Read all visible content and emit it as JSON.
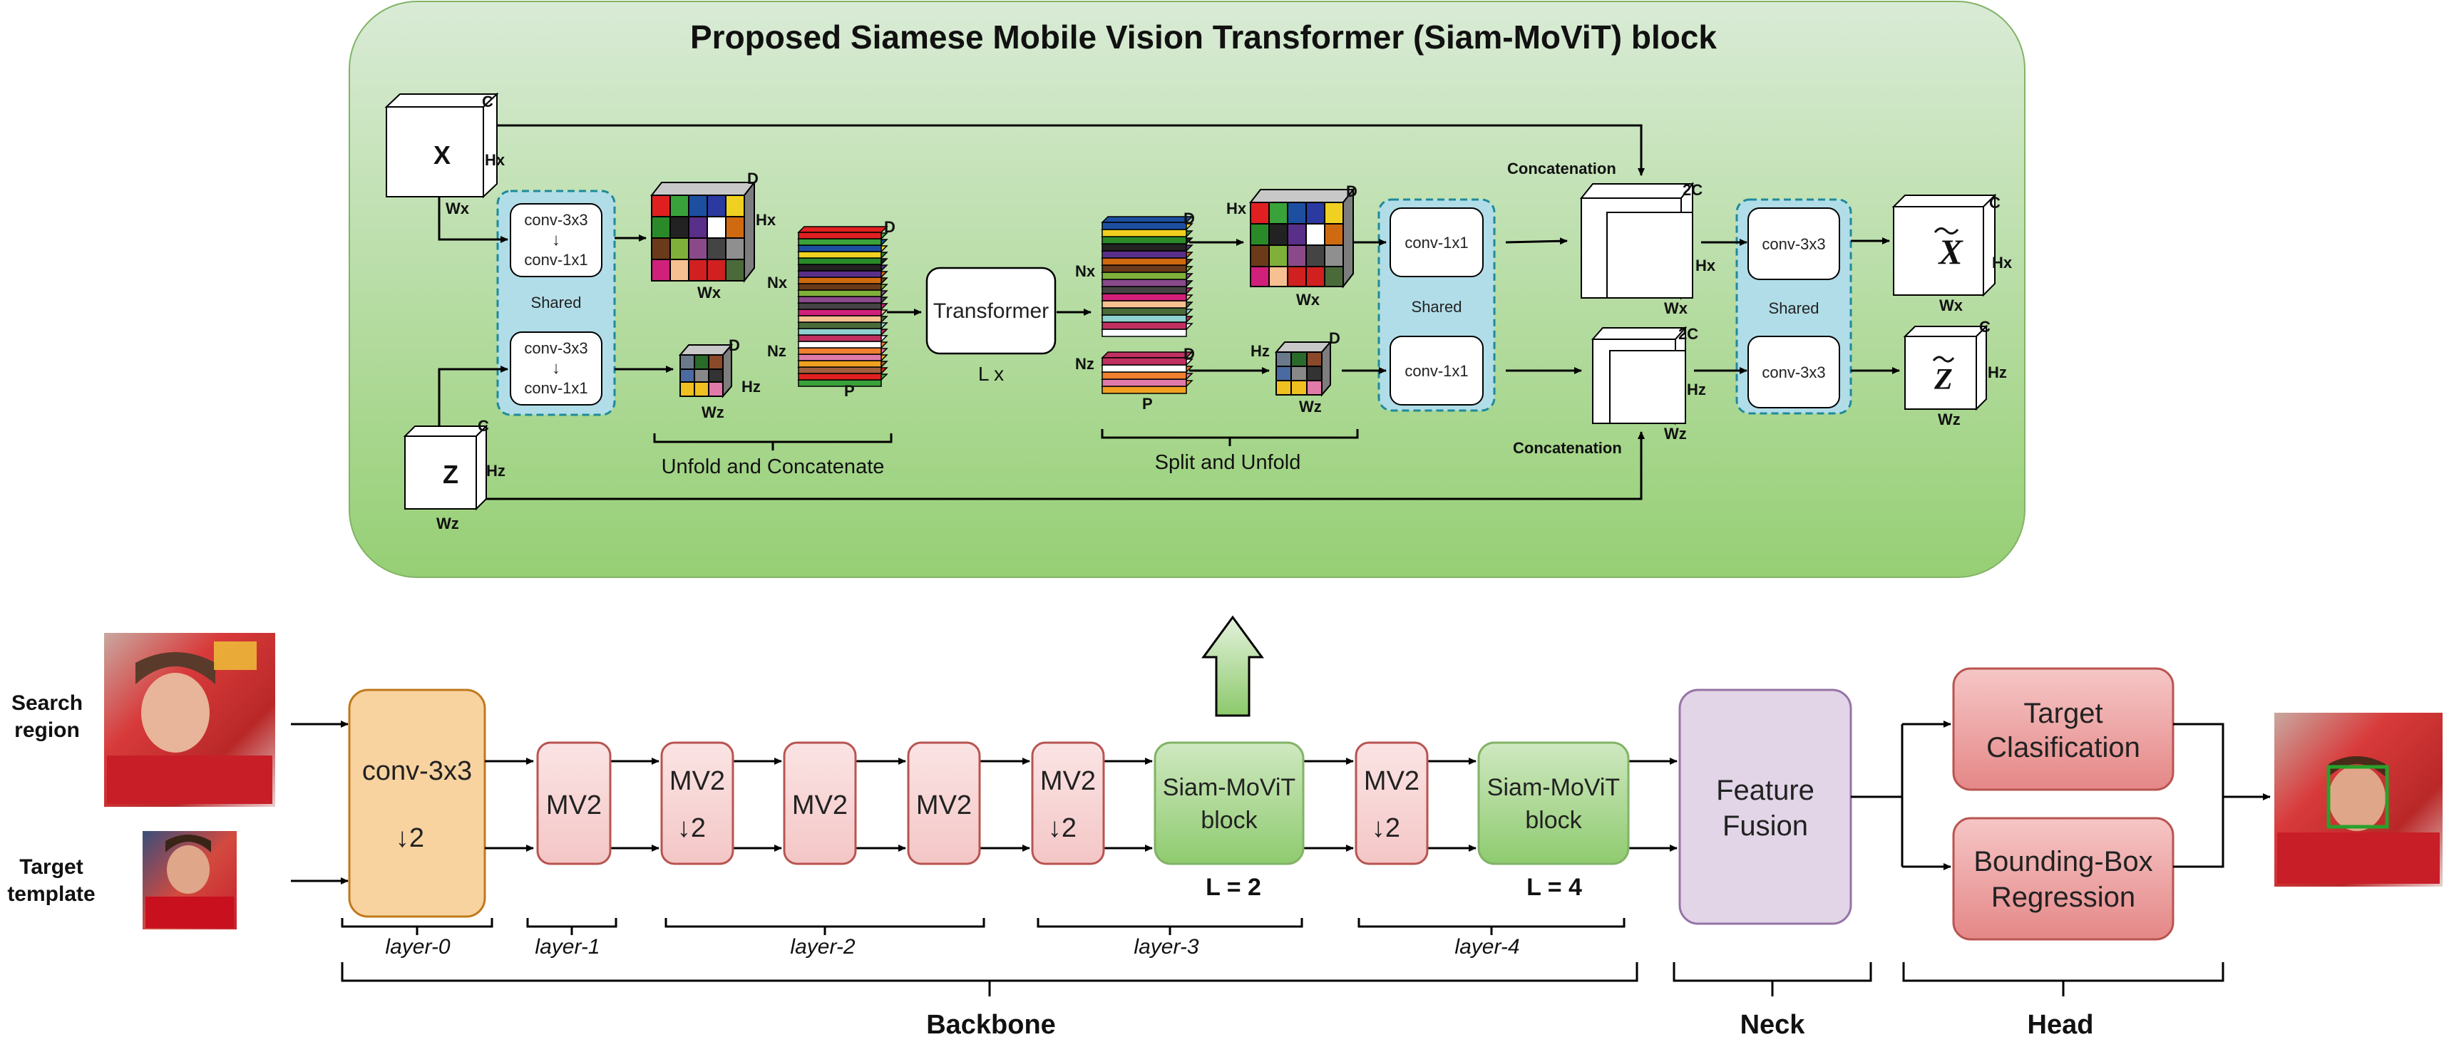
{
  "block": {
    "title": "Proposed Siamese Mobile Vision Transformer (Siam-MoViT) block",
    "x_label": "X",
    "z_label": "Z",
    "x_tilde": "X",
    "z_tilde": "Z",
    "dim_c": "C",
    "dim_2c": "2C",
    "dim_d": "D",
    "dim_p": "P",
    "dim_hx": "Hx",
    "dim_wx": "Wx",
    "dim_hz": "Hz",
    "dim_wz": "Wz",
    "dim_nx": "Nx",
    "dim_nz": "Nz",
    "conv3x3": "conv-3x3",
    "conv1x1": "conv-1x1",
    "down_arrow": "↓",
    "shared": "Shared",
    "transformer": "Transformer",
    "lx": "L x",
    "unfold_concat": "Unfold and Concatenate",
    "split_unfold": "Split and Unfold",
    "concatenation": "Concatenation"
  },
  "inputs": {
    "search_region": [
      "Search",
      "region"
    ],
    "target_template": [
      "Target",
      "template"
    ]
  },
  "pipeline": {
    "layer0_line1": "conv-3x3",
    "layer0_line2": "↓2",
    "mv2": "MV2",
    "mv2_down": [
      "MV2",
      "↓2"
    ],
    "siam_block": [
      "Siam-MoViT",
      "block"
    ],
    "l2": "L = 2",
    "l4": "L = 4",
    "feature_fusion": [
      "Feature",
      "Fusion"
    ],
    "target_cls": [
      "Target",
      "Clasification"
    ],
    "bbox_reg": [
      "Bounding-Box",
      "Regression"
    ]
  },
  "layers": [
    "layer-0",
    "layer-1",
    "layer-2",
    "layer-3",
    "layer-4"
  ],
  "groups": [
    "Backbone",
    "Neck",
    "Head"
  ],
  "colors": {
    "green_top": "#d5e8d4",
    "green_bottom": "#97d077",
    "cyan": "#b1dde8",
    "orange": "#f8d3a0",
    "pink": "#f8d7d7",
    "pink_border": "#b85450",
    "green_box": "#a9d58b",
    "purple": "#e1d5e7",
    "red_head": "#eda3a3"
  }
}
